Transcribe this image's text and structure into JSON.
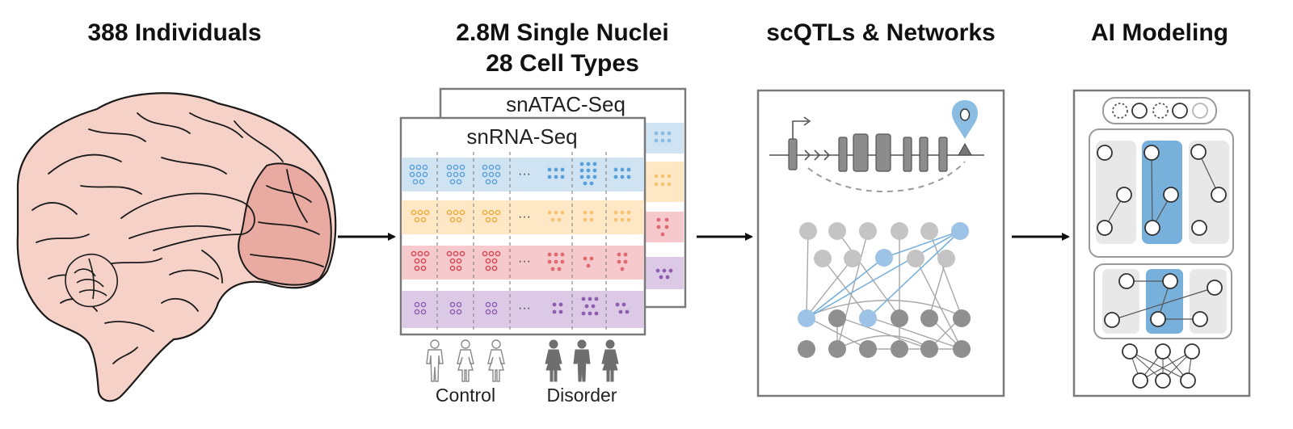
{
  "headings": {
    "individuals": "388 Individuals",
    "nuclei_line1": "2.8M Single Nuclei",
    "nuclei_line2": "28 Cell Types",
    "networks": "scQTLs & Networks",
    "ai": "AI Modeling"
  },
  "panel_labels": {
    "atac": "snATAC-Seq",
    "rna": "snRNA-Seq",
    "ellipsis": "···"
  },
  "groups": {
    "control": "Control",
    "disorder": "Disorder"
  },
  "colors": {
    "blue": "#8bbde2",
    "blue_fill": "#cfe3f3",
    "orange": "#f5c477",
    "orange_fill": "#fde7c4",
    "red": "#e06a72",
    "red_fill": "#f6c9cc",
    "purple": "#8d5fb0",
    "purple_fill": "#dcc9e6",
    "grey_node": "#bdbdbd",
    "dark_node": "#8f8f8f",
    "brain_fill": "#f6d1c8",
    "brain_dark": "#e9aaa2"
  },
  "icons": [
    "brain-illustration",
    "person-icon",
    "arrow-right-icon",
    "map-pin-icon",
    "gene-track"
  ]
}
